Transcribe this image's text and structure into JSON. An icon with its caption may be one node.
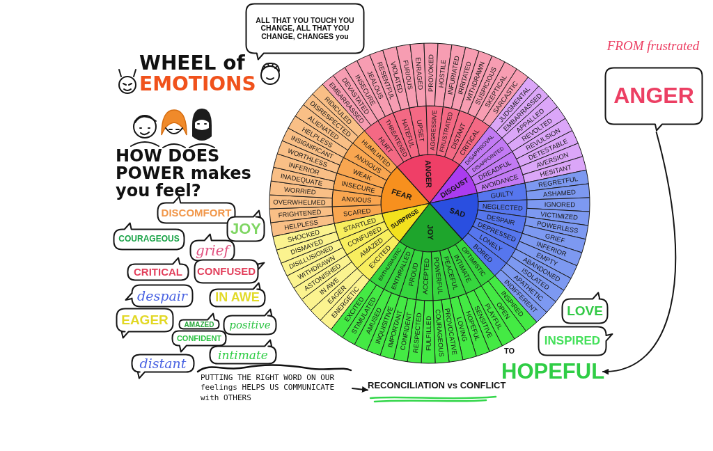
{
  "diagram": {
    "title": "WHEEL of EMOTIONS",
    "nodes": [
      {
        "text": [
          "ALL THAT YOU TOUCH YOU CHANGE, ALL THAT **YOU CHANGE**, CHANGES **you**"
        ]
      },
      {
        "text": [
          "FROM frustrated",
          "ANGER"
        ]
      },
      {
        "text": [
          "ANGER"
        ]
      },
      {
        "text": [
          "DISGUST"
        ]
      },
      {
        "text": [
          "SAD"
        ]
      },
      {
        "text": [
          "JOY"
        ]
      },
      {
        "text": [
          "SURPRISE"
        ]
      },
      {
        "text": [
          "FEAR"
        ]
      },
      {
        "text": [
          "HURT"
        ]
      },
      {
        "text": [
          "THREATENED"
        ]
      },
      {
        "text": [
          "HATEFUL"
        ]
      },
      {
        "text": [
          "UPSET"
        ]
      },
      {
        "text": [
          "AGGRESSIVE"
        ]
      },
      {
        "text": [
          "FRUSTRATED"
        ]
      },
      {
        "text": [
          "DISTANT"
        ]
      },
      {
        "text": [
          "CRITICAL"
        ]
      },
      {
        "text": [
          "DISAPPROVAL"
        ]
      },
      {
        "text": [
          "DISAPPOINTED"
        ]
      },
      {
        "text": [
          "DREADFUL"
        ]
      },
      {
        "text": [
          "AVOIDANCE"
        ]
      },
      {
        "text": [
          "GUILTY"
        ]
      },
      {
        "text": [
          "NEGLECTED"
        ]
      },
      {
        "text": [
          "DESPAIR"
        ]
      },
      {
        "text": [
          "DEPRESSED"
        ]
      },
      {
        "text": [
          "LONELY"
        ]
      },
      {
        "text": [
          "BORED"
        ]
      },
      {
        "text": [
          "OPTIMISTIC"
        ]
      },
      {
        "text": [
          "INTIMATE"
        ]
      },
      {
        "text": [
          "PEACEFUL"
        ]
      },
      {
        "text": [
          "POWERFUL"
        ]
      },
      {
        "text": [
          "ACCEPTED"
        ]
      },
      {
        "text": [
          "PROUD"
        ]
      },
      {
        "text": [
          "ENTHRALLED"
        ]
      },
      {
        "text": [
          "ENTHUSIASTIC"
        ]
      },
      {
        "text": [
          "EXCITED"
        ]
      },
      {
        "text": [
          "AMAZED"
        ]
      },
      {
        "text": [
          "CONFUSED"
        ]
      },
      {
        "text": [
          "STARTLED"
        ]
      },
      {
        "text": [
          "SCARED"
        ]
      },
      {
        "text": [
          "ANXIOUS"
        ]
      },
      {
        "text": [
          "INSECURE"
        ]
      },
      {
        "text": [
          "WEAK"
        ]
      },
      {
        "text": [
          "ANXIOUS"
        ]
      },
      {
        "text": [
          "HUMILIATED"
        ]
      },
      {
        "text": [
          "EMBARRASSED"
        ]
      },
      {
        "text": [
          "DEVASTATED"
        ]
      },
      {
        "text": [
          "INSECURE"
        ]
      },
      {
        "text": [
          "JEALOUS"
        ]
      },
      {
        "text": [
          "RESENTFUL"
        ]
      },
      {
        "text": [
          "VIOLATED"
        ]
      },
      {
        "text": [
          "FURIOUS"
        ]
      },
      {
        "text": [
          "ENRAGED"
        ]
      },
      {
        "text": [
          "PROVOKED"
        ]
      },
      {
        "text": [
          "HOSTILE"
        ]
      },
      {
        "text": [
          "INFURIATED"
        ]
      },
      {
        "text": [
          "IRRITATED"
        ]
      },
      {
        "text": [
          "WITHDRAWN"
        ]
      },
      {
        "text": [
          "SUSPICIOUS"
        ]
      },
      {
        "text": [
          "SKEPTICAL"
        ]
      },
      {
        "text": [
          "SARCASTIC"
        ]
      },
      {
        "text": [
          "JUDGMENTAL"
        ]
      },
      {
        "text": [
          "EMBARRASSED"
        ]
      },
      {
        "text": [
          "APPALLED"
        ]
      },
      {
        "text": [
          "REVOLTED"
        ]
      },
      {
        "text": [
          "REVULSION"
        ]
      },
      {
        "text": [
          "DETESTABLE"
        ]
      },
      {
        "text": [
          "AVERSION"
        ]
      },
      {
        "text": [
          "HESITANT"
        ]
      },
      {
        "text": [
          "REGRETFUL"
        ]
      },
      {
        "text": [
          "ASHAMED"
        ]
      },
      {
        "text": [
          "IGNORED"
        ]
      },
      {
        "text": [
          "VICTIMIZED"
        ]
      },
      {
        "text": [
          "POWERLESS"
        ]
      },
      {
        "text": [
          "GRIEF"
        ]
      },
      {
        "text": [
          "INFERIOR"
        ]
      },
      {
        "text": [
          "EMPTY"
        ]
      },
      {
        "text": [
          "ABANDONED"
        ]
      },
      {
        "text": [
          "ISOLATED"
        ]
      },
      {
        "text": [
          "APATHETIC"
        ]
      },
      {
        "text": [
          "INDIFFERENT"
        ]
      },
      {
        "text": [
          "INSPIRED"
        ]
      },
      {
        "text": [
          "OPEN"
        ]
      },
      {
        "text": [
          "PLAYFUL"
        ]
      },
      {
        "text": [
          "SENSITIVE"
        ]
      },
      {
        "text": [
          "HOPEFUL"
        ]
      },
      {
        "text": [
          "LOVING"
        ]
      },
      {
        "text": [
          "PROVOCATIVE"
        ]
      },
      {
        "text": [
          "COURAGEOUS"
        ]
      },
      {
        "text": [
          "FULFILLED"
        ]
      },
      {
        "text": [
          "RESPECTED"
        ]
      },
      {
        "text": [
          "CONFIDENT"
        ]
      },
      {
        "text": [
          "IMPORTANT"
        ]
      },
      {
        "text": [
          "INQUISITIVE"
        ]
      },
      {
        "text": [
          "AMUSED"
        ]
      },
      {
        "text": [
          "STIMULATED"
        ]
      },
      {
        "text": [
          "EXCITED"
        ]
      },
      {
        "text": [
          "ENERGETIC"
        ]
      },
      {
        "text": [
          "EAGER"
        ]
      },
      {
        "text": [
          "IN AWE"
        ]
      },
      {
        "text": [
          "ASTONISHED"
        ]
      },
      {
        "text": [
          "WITHDRAWN"
        ]
      },
      {
        "text": [
          "DISILLUSIONED"
        ]
      },
      {
        "text": [
          "DISMAYED"
        ]
      },
      {
        "text": [
          "SHOCKED"
        ]
      },
      {
        "text": [
          "HELPLESS"
        ]
      },
      {
        "text": [
          "FRIGHTENED"
        ]
      },
      {
        "text": [
          "OVERWHELMED"
        ]
      },
      {
        "text": [
          "WORRIED"
        ]
      },
      {
        "text": [
          "INADEQUATE"
        ]
      },
      {
        "text": [
          "INFERIOR"
        ]
      },
      {
        "text": [
          "WORTHLESS"
        ]
      },
      {
        "text": [
          "INSIGNIFICANT"
        ]
      },
      {
        "text": [
          "HELPLESS"
        ]
      },
      {
        "text": [
          "ALIENATED"
        ]
      },
      {
        "text": [
          "DISRESPECTED"
        ]
      },
      {
        "text": [
          "RIDICULED"
        ]
      },
      {
        "text": [
          "DISCOMFORT"
        ]
      },
      {
        "text": [
          "COURAGEOUS"
        ]
      },
      {
        "text": [
          "JOY"
        ]
      },
      {
        "text": [
          "grief"
        ]
      },
      {
        "text": [
          "CRITICAL"
        ]
      },
      {
        "text": [
          "CONFUSED"
        ]
      },
      {
        "text": [
          "despair"
        ]
      },
      {
        "text": [
          "IN AWE"
        ]
      },
      {
        "text": [
          "EAGER"
        ]
      },
      {
        "text": [
          "AMAZED"
        ]
      },
      {
        "text": [
          "positive"
        ]
      },
      {
        "text": [
          "CONFIDENT"
        ]
      },
      {
        "text": [
          "intimate"
        ]
      },
      {
        "text": [
          "distant"
        ]
      },
      {
        "text": [
          "PUTTING THE RIGHT WORD ON OUR feelings HELPS US COMMUNICATE with OTHERS"
        ]
      },
      {
        "text": [
          "RECONCILIATION vs CONFLICT"
        ]
      },
      {
        "text": [
          "LOVE"
        ]
      },
      {
        "text": [
          "INSPIRED"
        ]
      },
      {
        "text": [
          "TO",
          "HOPEFUL"
        ]
      }
    ],
    "edges": [
      {
        "from": 1,
        "to": 134,
        "arrow": "to"
      },
      {
        "from": 130,
        "to": 131,
        "arrow": "to"
      }
    ],
    "labels": [
      "HOW DOES POWER makes you feel?"
    ]
  }
}
